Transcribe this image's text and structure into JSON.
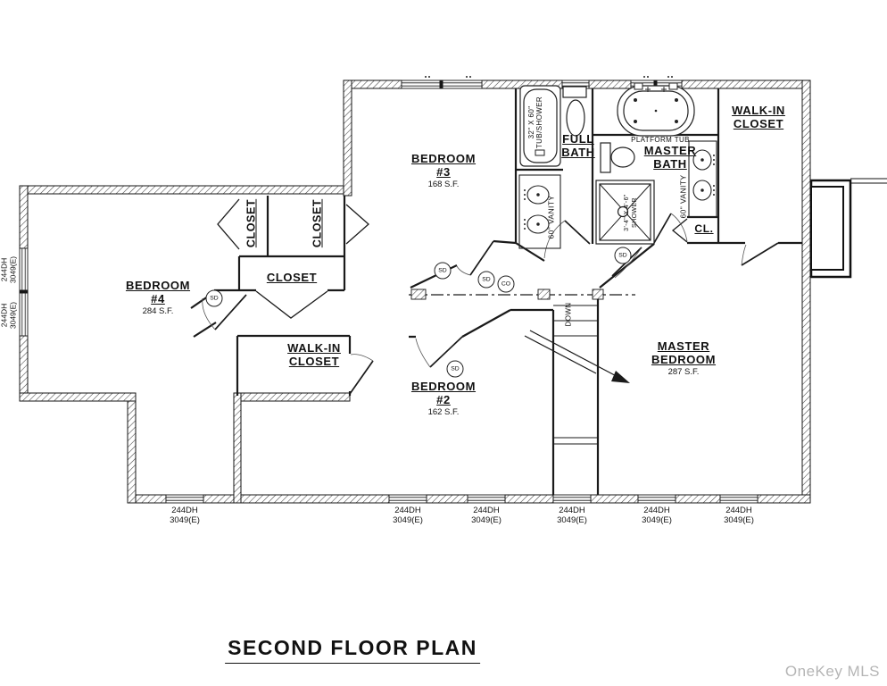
{
  "title": "SECOND FLOOR PLAN",
  "watermark": "OneKey MLS",
  "rooms": {
    "bedroom3": {
      "line1": "BEDROOM",
      "line2": "#3",
      "area": "168 S.F."
    },
    "bedroom4": {
      "line1": "BEDROOM",
      "line2": "#4",
      "area": "284 S.F."
    },
    "bedroom2": {
      "line1": "BEDROOM",
      "line2": "#2",
      "area": "162 S.F."
    },
    "master_bedroom": {
      "line1": "MASTER",
      "line2": "BEDROOM",
      "area": "287 S.F."
    },
    "full_bath": {
      "line1": "FULL",
      "line2": "BATH"
    },
    "master_bath": {
      "line1": "MASTER",
      "line2": "BATH"
    },
    "walk_in_closet_master": {
      "line1": "WALK-IN",
      "line2": "CLOSET"
    },
    "walk_in_closet_bedroom2": {
      "line1": "WALK-IN",
      "line2": "CLOSET"
    },
    "closet_left": "CLOSET",
    "closet_right": "CLOSET",
    "closet_hall": "CLOSET",
    "closet_small": "CL."
  },
  "fixtures": {
    "tub_shower_size": "32\" X 60\"",
    "tub_shower_name": "TUB/SHOWER",
    "platform_tub": "PLATFORM TUB",
    "vanity": "60\" VANITY",
    "shower_size": "3'-4\" X 4'-6\"",
    "shower_name": "SHOWER",
    "stairs_down": "DOWN"
  },
  "symbols": {
    "smoke_detector": "SD",
    "carbon_monoxide_detector": "CO"
  },
  "window_label": {
    "line1": "244DH",
    "line2": "3049(E)"
  }
}
